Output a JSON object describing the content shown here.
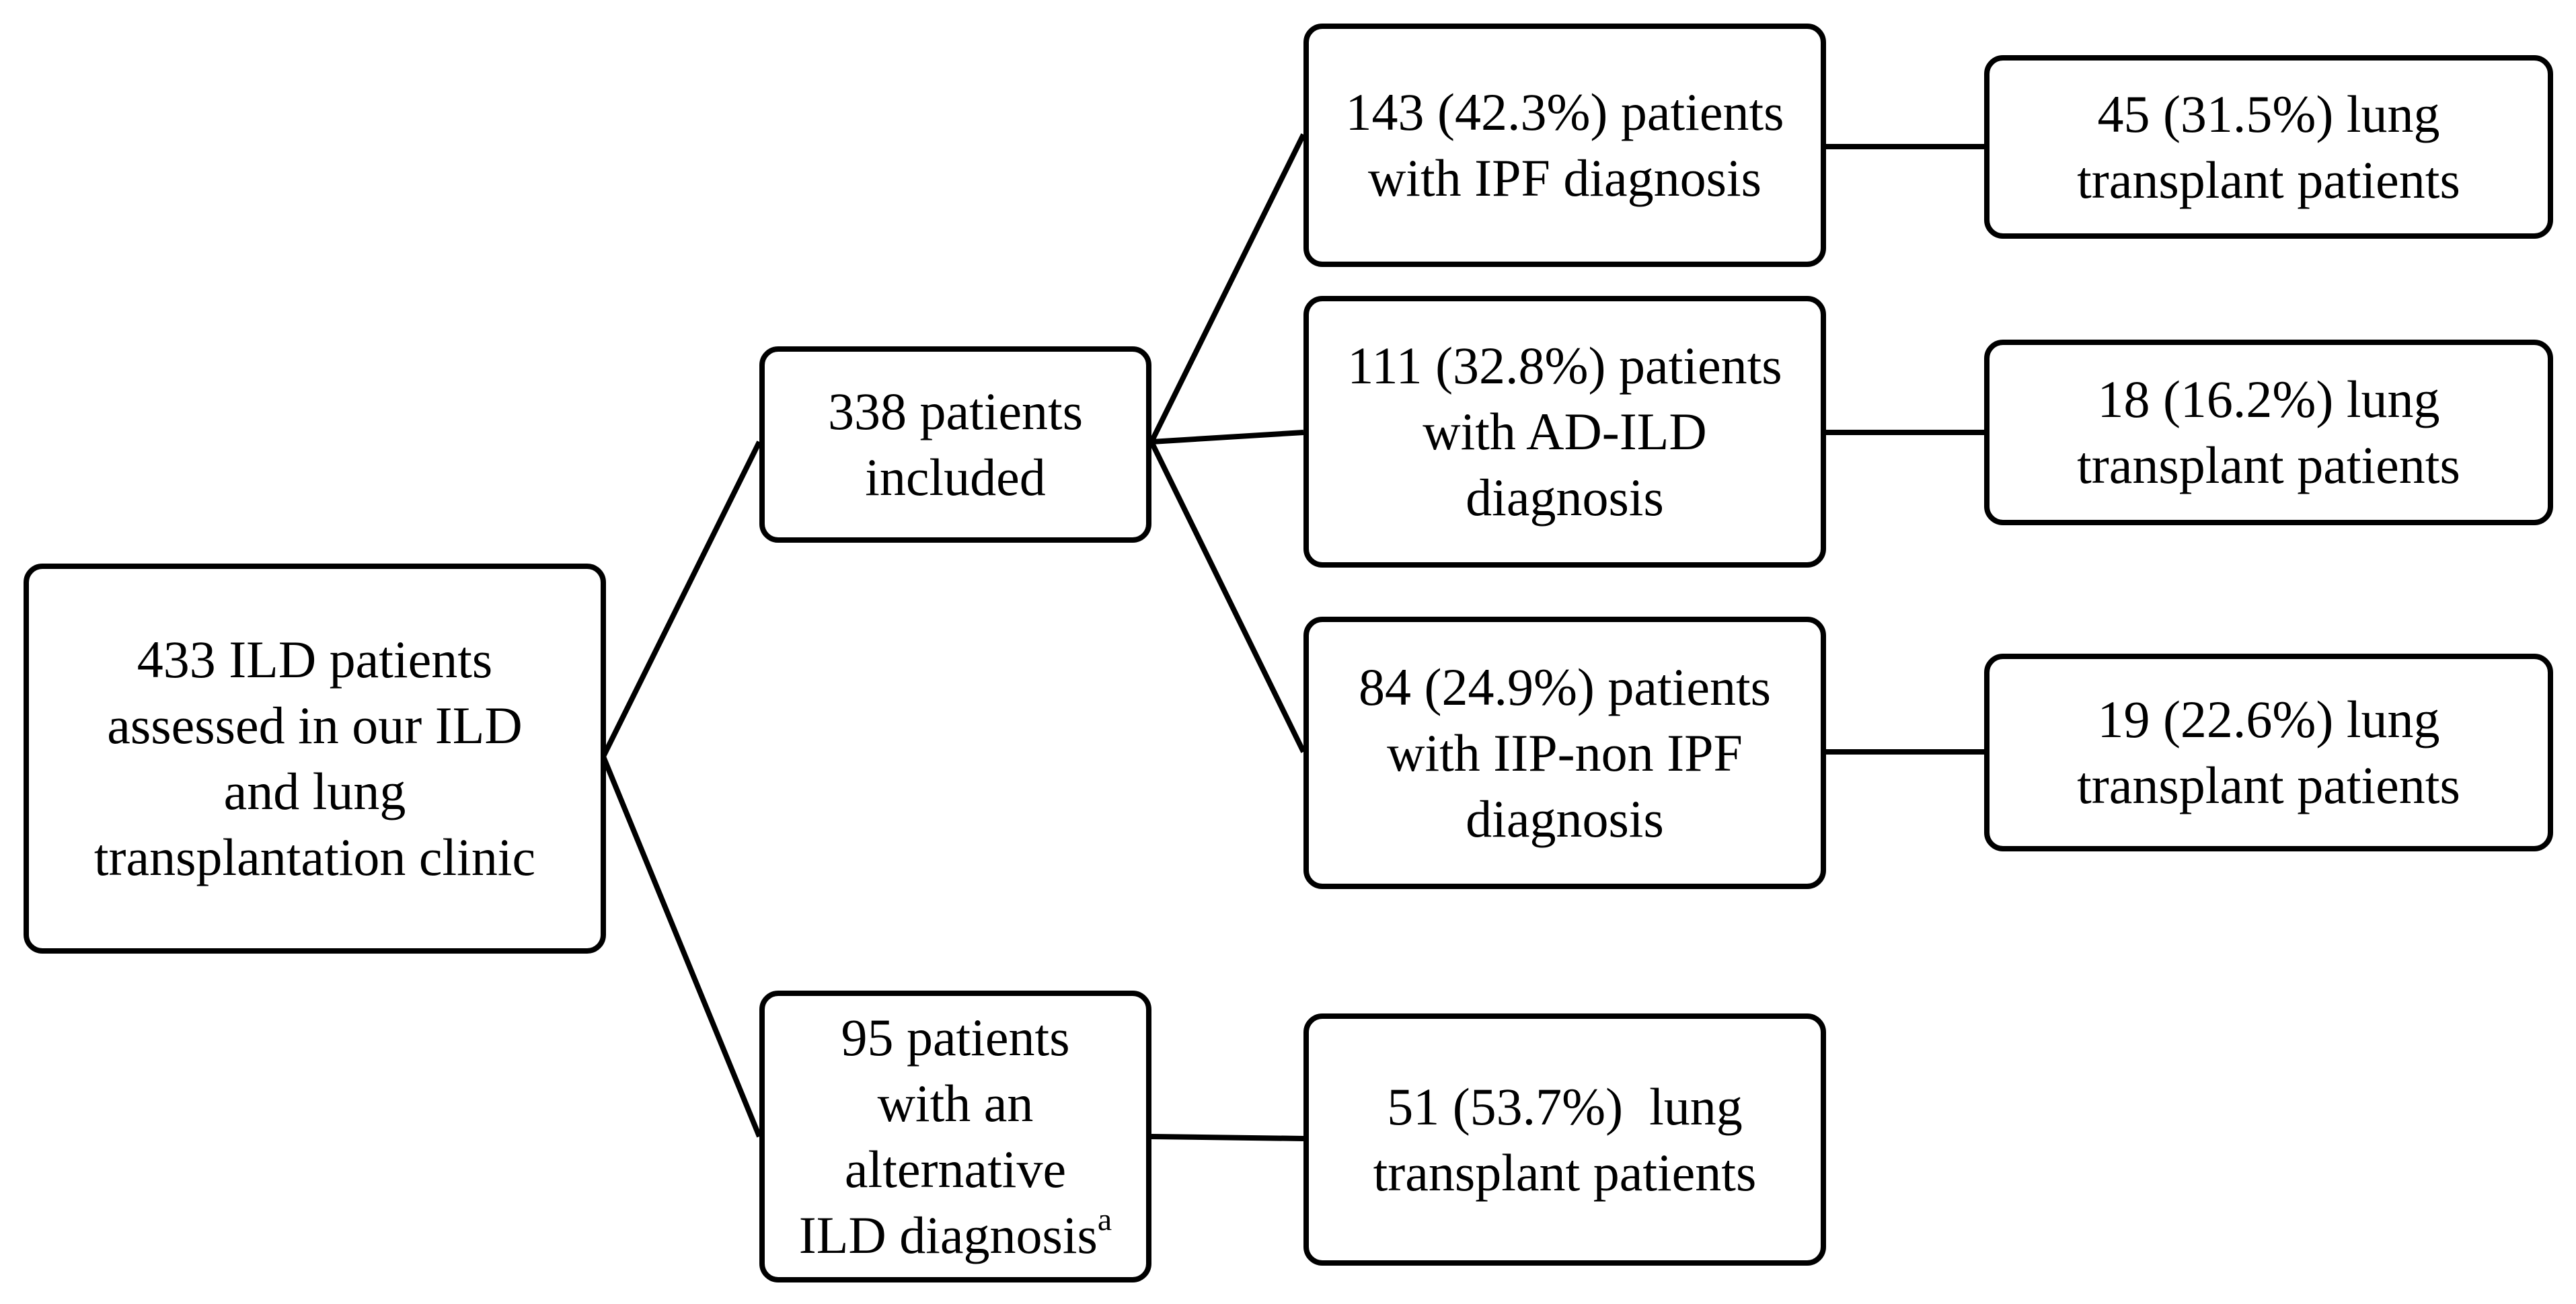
{
  "diagram": {
    "root": {
      "lines": [
        "433 ILD patients",
        "assessed in our ILD",
        "and lung",
        "transplantation clinic"
      ]
    },
    "included": {
      "lines": [
        "338 patients",
        "included"
      ]
    },
    "alternative": {
      "lines": [
        "95 patients",
        "with an",
        "alternative",
        "ILD diagnosis"
      ],
      "superscript": "a"
    },
    "ipf": {
      "lines": [
        "143 (42.3%) patients",
        "with IPF diagnosis"
      ]
    },
    "ad_ild": {
      "lines": [
        "111 (32.8%) patients",
        "with AD-ILD",
        "diagnosis"
      ]
    },
    "iip_non_ipf": {
      "lines": [
        "84 (24.9%) patients",
        "with IIP-non IPF",
        "diagnosis"
      ]
    },
    "ipf_transplant": {
      "lines": [
        "45 (31.5%) lung",
        "transplant patients"
      ]
    },
    "ad_ild_transplant": {
      "lines": [
        "18 (16.2%) lung",
        "transplant patients"
      ]
    },
    "iip_transplant": {
      "lines": [
        "19 (22.6%) lung",
        "transplant patients"
      ]
    },
    "alternative_transplant": {
      "lines": [
        "51 (53.7%)  lung",
        "transplant patients"
      ]
    }
  }
}
